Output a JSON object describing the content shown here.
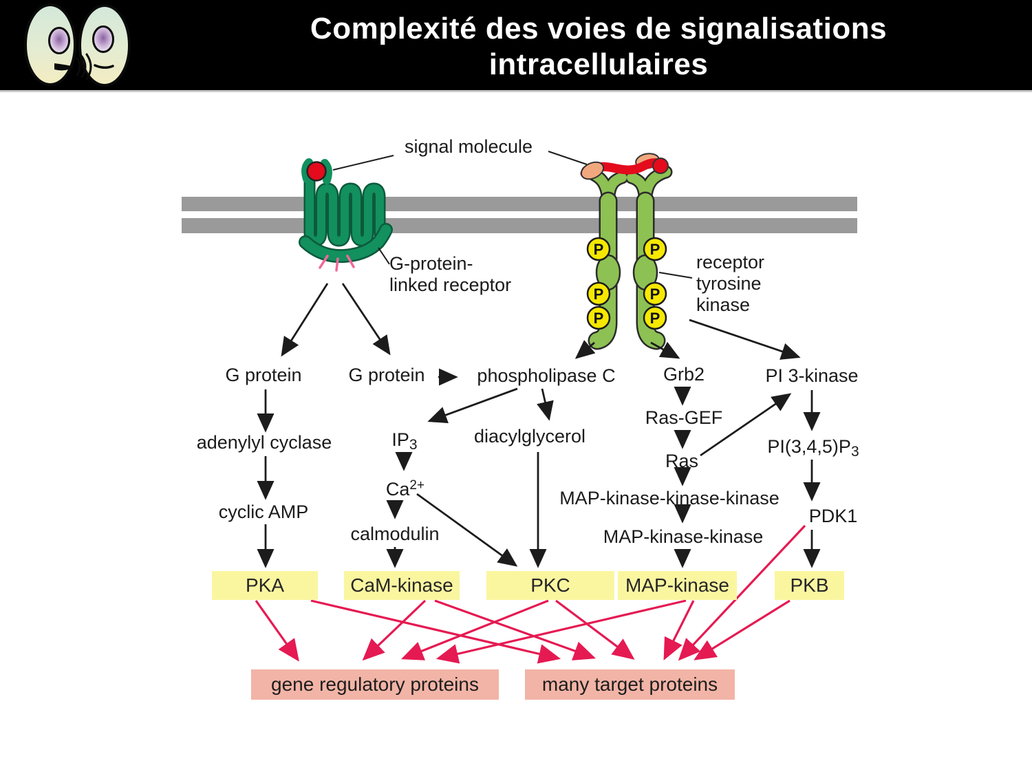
{
  "header": {
    "title_line1": "Complexité des voies de signalisations",
    "title_line2": "intracellulaires"
  },
  "diagram": {
    "labels": {
      "signal_molecule": "signal molecule",
      "gplr_line1": "G-protein-",
      "gplr_line2": "linked receptor",
      "rtk_line1": "receptor",
      "rtk_line2": "tyrosine",
      "rtk_line3": "kinase",
      "phosphate": "P",
      "g_protein_left": "G protein",
      "g_protein_right": "G protein",
      "phospholipase_c": "phospholipase C",
      "grb2": "Grb2",
      "pi3_kinase": "PI 3-kinase",
      "adenylyl_cyclase": "adenylyl cyclase",
      "ip3_base": "IP",
      "ip3_sub": "3",
      "diacylglycerol": "diacylglycerol",
      "ras_gef": "Ras-GEF",
      "ras": "Ras",
      "pip3_base": "PI(3,4,5)P",
      "pip3_sub": "3",
      "ca_base": "Ca",
      "ca_sup": "2+",
      "map_kkk": "MAP-kinase-kinase-kinase",
      "cyclic_amp": "cyclic AMP",
      "pdk1": "PDK1",
      "calmodulin": "calmodulin",
      "map_kk": "MAP-kinase-kinase"
    },
    "kinase_boxes": [
      {
        "label": "PKA"
      },
      {
        "label": "CaM-kinase"
      },
      {
        "label": "PKC"
      },
      {
        "label": "MAP-kinase"
      },
      {
        "label": "PKB"
      }
    ],
    "target_boxes": [
      {
        "label": "gene regulatory proteins"
      },
      {
        "label": "many target proteins"
      }
    ],
    "colors": {
      "red_arrow": "#e51a52",
      "yellow_box": "#faf6a0",
      "pink_box": "#f2b4a6",
      "membrane_gray": "#9a9a9a",
      "gplr_green": "#12905e",
      "rtk_green": "#8dc153",
      "phosphate_yellow": "#f6e800",
      "ligand_red": "#e30b1c",
      "ligand_peach": "#f1a87e"
    }
  }
}
